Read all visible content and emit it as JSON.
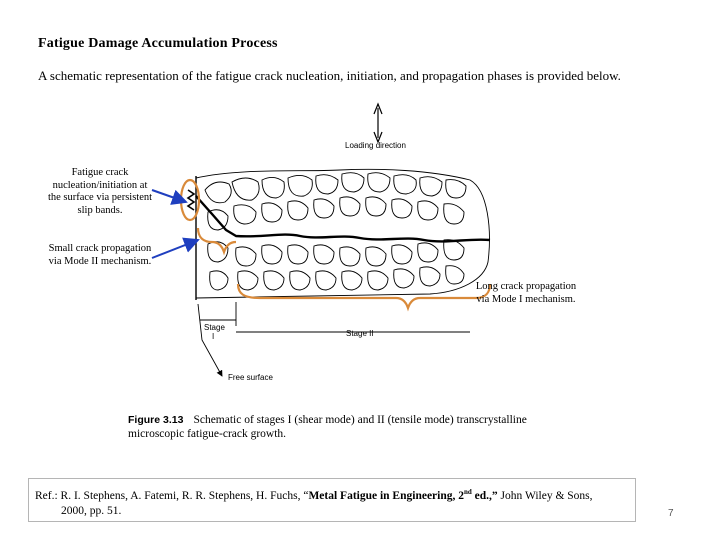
{
  "slide": {
    "title": "Fatigue Damage Accumulation Process",
    "intro": "A schematic representation of the fatigue crack nucleation, initiation, and propagation phases is provided below.",
    "page_number": "7"
  },
  "figure": {
    "loading_direction": "Loading direction",
    "stage_1": "Stage\nI",
    "stage_2": "Stage II",
    "free_surface": "Free surface",
    "caption_number": "Figure 3.13",
    "caption_text": "Schematic of stages I (shear mode) and II (tensile mode) transcrystalline microscopic fatigue-crack growth."
  },
  "callouts": {
    "nucleation": "Fatigue crack nucleation/initiation at the surface via persistent slip bands.",
    "small_crack": "Small crack propagation via Mode II mechanism.",
    "long_crack": "Long crack propagation via Mode I mechanism."
  },
  "reference": {
    "prefix": "Ref.: R. I. Stephens, A. Fatemi, R. R. Stephens, H. Fuchs, “",
    "book": "Metal Fatigue in Engineering, 2",
    "edition_sup": "nd",
    "book_end": " ed.,”",
    "suffix": " John Wiley & Sons,",
    "line2": "2000, pp. 51."
  },
  "colors": {
    "callout_arrow": "#1f3fbf",
    "bracket": "#d98a3a"
  }
}
